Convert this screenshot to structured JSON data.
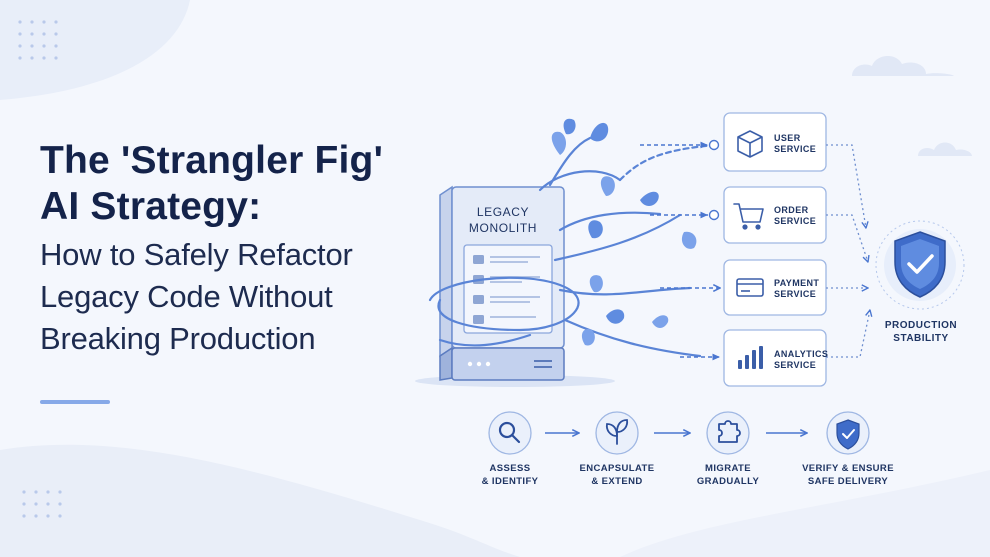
{
  "title": {
    "line1": "The 'Strangler Fig'",
    "line2": "AI Strategy:",
    "line3": "How to Safely Refactor",
    "line4": "Legacy Code Without",
    "line5": "Breaking Production"
  },
  "monolith": {
    "line1": "LEGACY",
    "line2": "MONOLITH"
  },
  "services": [
    {
      "line1": "USER",
      "line2": "SERVICE",
      "icon": "cube-icon"
    },
    {
      "line1": "ORDER",
      "line2": "SERVICE",
      "icon": "cart-icon"
    },
    {
      "line1": "PAYMENT",
      "line2": "SERVICE",
      "icon": "credit-card-icon"
    },
    {
      "line1": "ANALYTICS",
      "line2": "SERVICE",
      "icon": "bar-chart-icon"
    }
  ],
  "stability": {
    "line1": "PRODUCTION",
    "line2": "STABILITY",
    "icon": "shield-check-icon"
  },
  "steps": [
    {
      "line1": "ASSESS",
      "line2": "& IDENTIFY",
      "icon": "magnifier-icon"
    },
    {
      "line1": "ENCAPSULATE",
      "line2": "& EXTEND",
      "icon": "sprout-icon"
    },
    {
      "line1": "MIGRATE",
      "line2": "GRADUALLY",
      "icon": "puzzle-icon"
    },
    {
      "line1": "VERIFY & ENSURE",
      "line2": "SAFE DELIVERY",
      "icon": "shield-check-icon"
    }
  ],
  "colors": {
    "background": "#f4f7fd",
    "navy": "#14234a",
    "accent": "#4a76d0",
    "light_accent": "#86a9e8"
  }
}
